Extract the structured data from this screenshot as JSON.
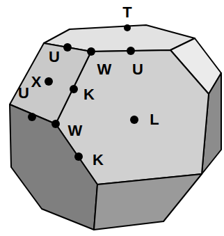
{
  "diagram": {
    "labels": [
      "T",
      "U",
      "W",
      "U",
      "X",
      "K",
      "U",
      "W",
      "L",
      "K"
    ]
  }
}
